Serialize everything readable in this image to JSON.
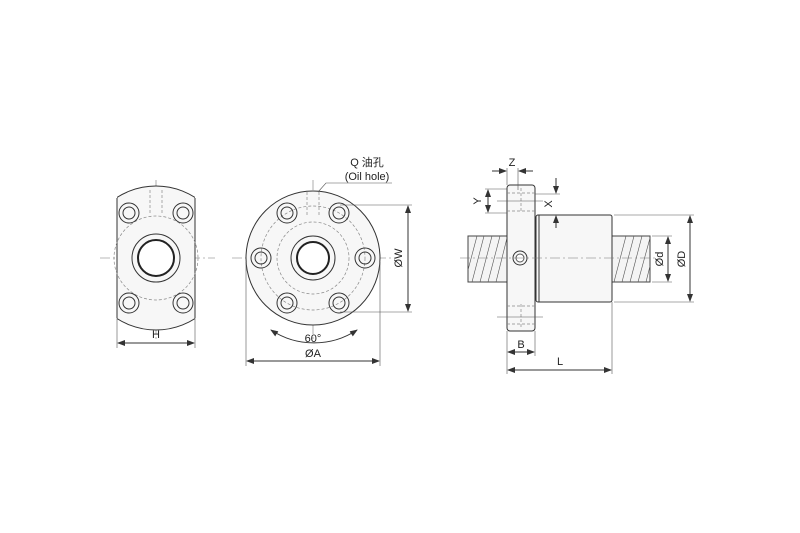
{
  "labels": {
    "h": "H",
    "angle": "60°",
    "a": "ØA",
    "w": "ØW",
    "oil_hole_cn": "Q 油孔",
    "oil_hole_en": "(Oil hole)",
    "z": "Z",
    "y": "Y",
    "x": "X",
    "b": "B",
    "l": "L",
    "d_small": "Ød",
    "d_large": "ØD"
  }
}
